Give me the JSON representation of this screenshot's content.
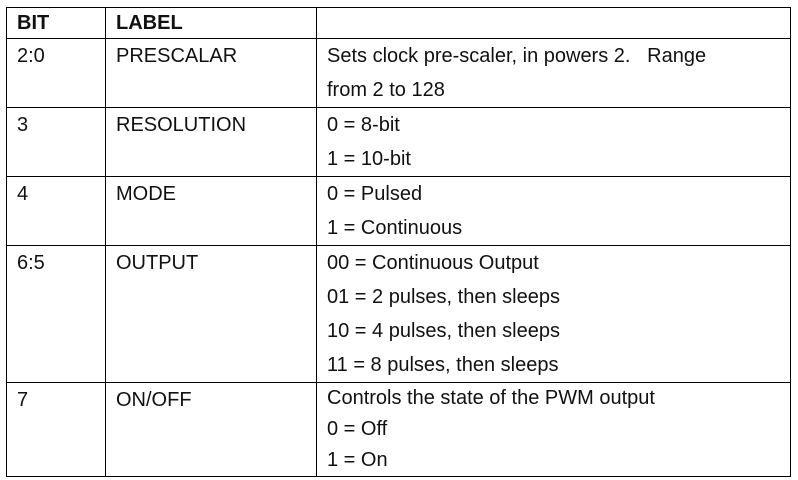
{
  "table": {
    "headers": [
      "BIT",
      "LABEL",
      ""
    ],
    "rows": [
      {
        "bit": "2:0",
        "label": "PRESCALAR",
        "desc": [
          "Sets clock pre-scaler, in powers 2.   Range",
          "from 2 to 128"
        ]
      },
      {
        "bit": "3",
        "label": "RESOLUTION",
        "desc": [
          "0 = 8-bit",
          "1 = 10-bit"
        ]
      },
      {
        "bit": "4",
        "label": "MODE",
        "desc": [
          "0 = Pulsed",
          "1 = Continuous"
        ]
      },
      {
        "bit": "6:5",
        "label": "OUTPUT",
        "desc": [
          "00 = Continuous Output",
          "01 = 2 pulses, then sleeps",
          "10 = 4 pulses, then sleeps",
          "11 = 8 pulses, then sleeps"
        ]
      },
      {
        "bit": "7",
        "label": "ON/OFF",
        "desc": [
          "Controls the state of the PWM output",
          "0 = Off",
          "1 = On"
        ]
      }
    ]
  }
}
